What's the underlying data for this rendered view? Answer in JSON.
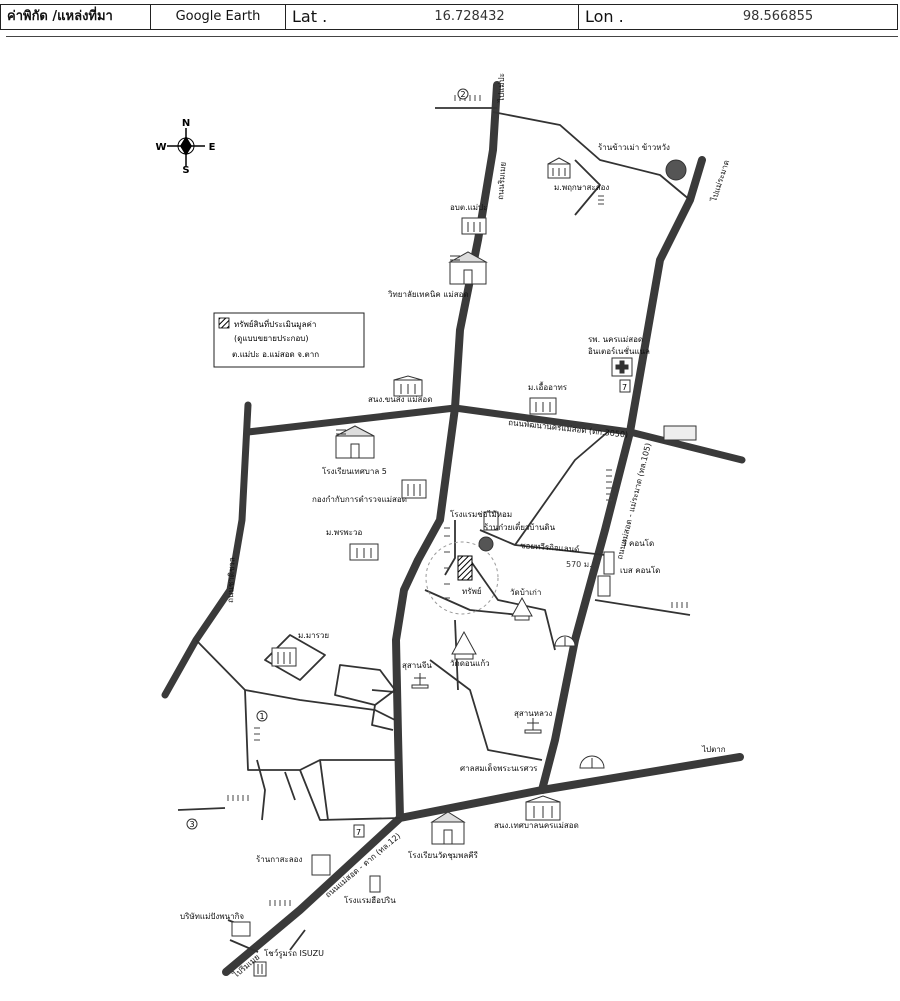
{
  "header": {
    "coord_label": "ค่าพิกัด /แหล่งที่มา",
    "source": "Google Earth",
    "lat_label": "Lat .",
    "lat_value": "16.728432",
    "lon_label": "Lon .",
    "lon_value": "98.566855"
  },
  "compass": {
    "n": "N",
    "s": "S",
    "e": "E",
    "w": "W"
  },
  "legend": {
    "line1": "ทรัพย์สินที่ประเมินมูลค่า",
    "line2": "(ดูแบบขยายประกอบ)",
    "line3": "ต.แม่ปะ อ.แม่สอด จ.ตาก"
  },
  "roads": {
    "to_mae_pa": "ไปแม่ปะ",
    "rim_moei": "ถนนริมเมย",
    "to_mae_ramat": "ไปแม่ระมาด",
    "chatchawal": "ถนนชาติชวล",
    "phat_nakhon": "ถนนพัฒนานครแม่สอด (ตก.3050)",
    "mae_sot_ramat": "ถนนแม่สอด - แม่ระมาด (ทล.105)",
    "wirakit": "ซอยทวีรกิจแลนด์",
    "mae_sot_tak": "ถนนแม่สอด - ตาก (ทล.12)",
    "to_tak": "ไปตาก",
    "to_rim_moei": "ไปริมเมย",
    "distance": "570 ม."
  },
  "places": {
    "rice_shop": "ร้านข้าวเม่า ข้าวหวัง",
    "pakanyo_university": "ม.พฤกษาสะสอง",
    "obt_mae_pa": "อบต.แม่ปะ",
    "technical_college": "วิทยาลัยเทคนิค แม่สอด",
    "hospital": "รพ. นครแม่สอด",
    "hospital2": "อินเตอร์เนชั่นแนล",
    "village_ua_athon": "ม.เอื้ออาทร",
    "land_office": "สนง.ขนส่ง แม่สอด",
    "municipal_school5": "โรงเรียนเทศบาล 5",
    "police": "กองกำกับการตำรวจแม่สอด",
    "hotel_chaimaihom": "โรงแรมช่อไม้หอม",
    "noodle_shop": "ร้านก๋วยเตี๋ยวบ้านดิน",
    "village_phonchawal": "ม.พรพะวอ",
    "v_condo": "วี คอนโด",
    "best_condo": "เบส คอนโด",
    "subject_label": "ทรัพย์",
    "wat_ban_kao": "วัดบ้าเก่า",
    "village_manarom": "ม.มารวย",
    "chinese_cemetery": "สุสานจีน",
    "wat_don_kaeo": "วัดดอนแก้ว",
    "cemetery_luang": "สุสานหลวง",
    "shrine": "ศาลสมเด็จพระนเรศวร",
    "municipal_office": "สนง.เทศบาลนครแม่สอด",
    "school_chumphon": "โรงเรียนวัดชุมพลคีรี",
    "gas_shop": "ร้านกาสะลอง",
    "hotel_phorn": "โรงแรมฮือปริน",
    "company": "บริษัทแม่ปังพนากิจ",
    "isuzu": "โชว์รูมรถ ISUZU",
    "marker1": "1",
    "marker2": "2",
    "marker3": "3"
  }
}
